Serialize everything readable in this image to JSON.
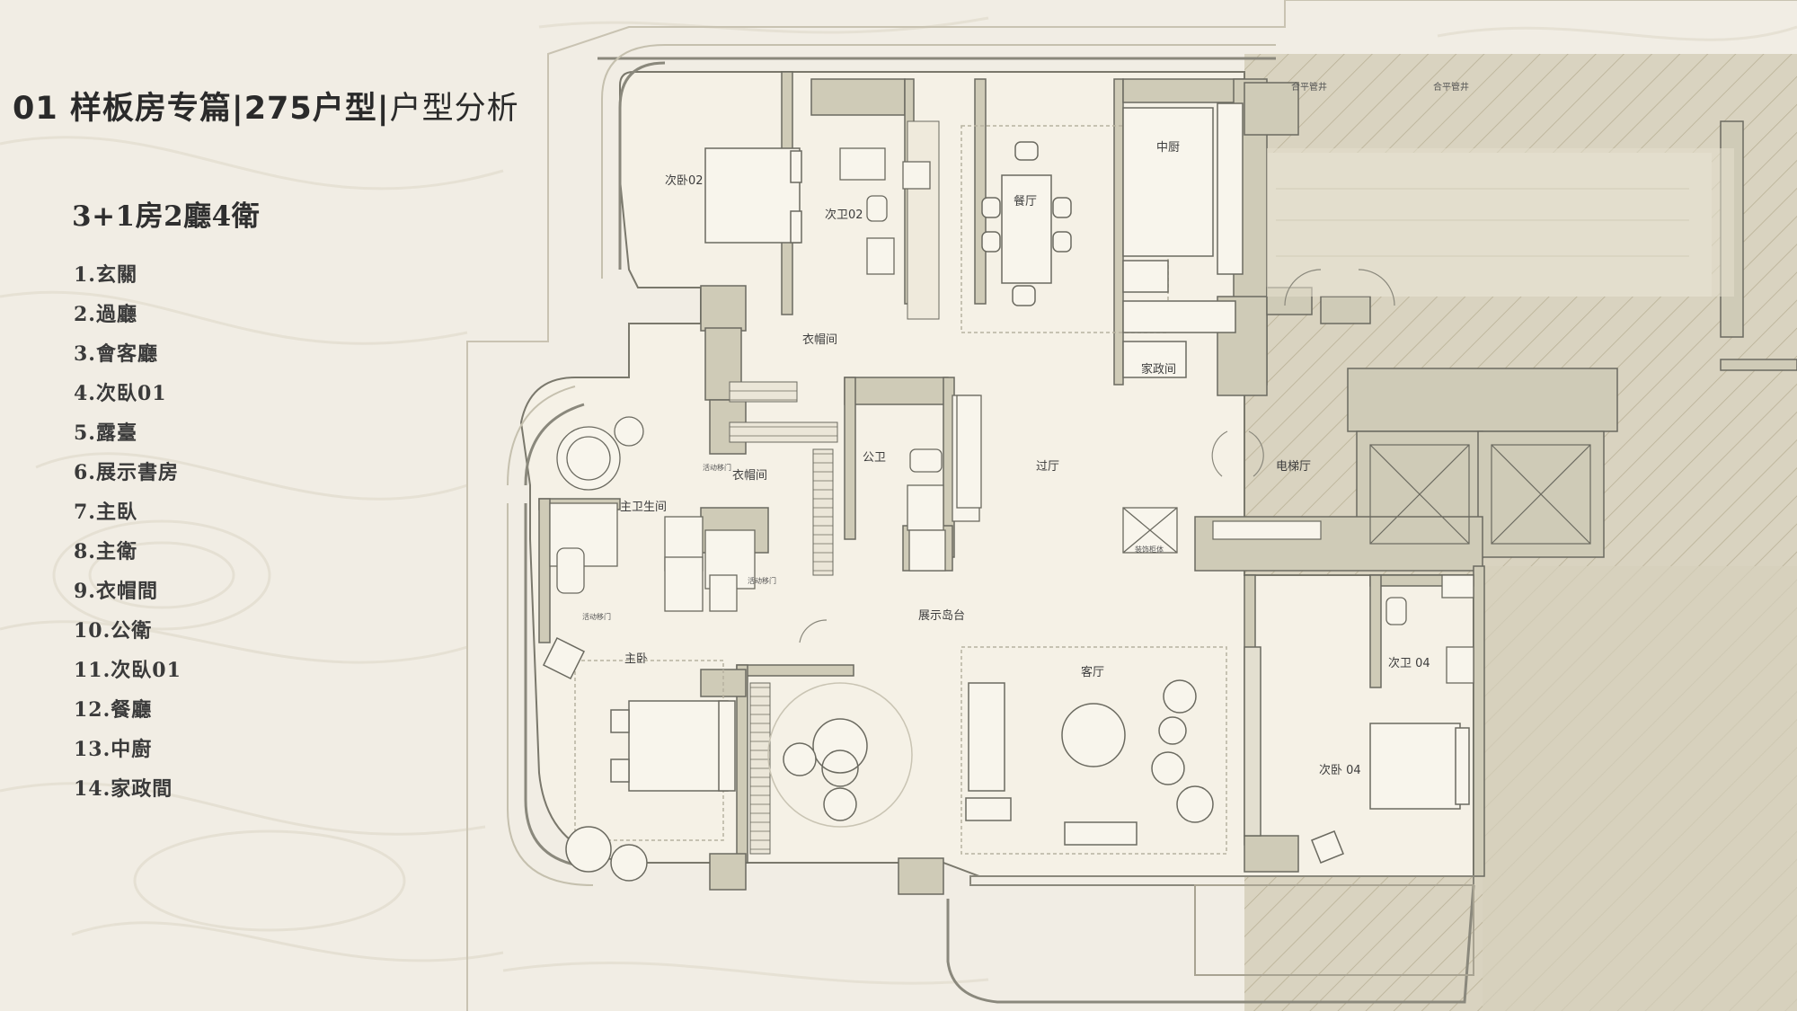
{
  "header": {
    "title_prefix": "01 样板房专篇",
    "title_unit": "275户型",
    "title_suffix": "户型分析",
    "separator": "|"
  },
  "layout_summary": "3+1房2廳4衛",
  "room_list": [
    "1.玄關",
    "2.過廳",
    "3.會客廳",
    "4.次臥01",
    "5.露臺",
    "6.展示書房",
    "7.主臥",
    "8.主衛",
    "9.衣帽間",
    "10.公衛",
    "11.次臥01",
    "12.餐廳",
    "13.中廚",
    "14.家政間"
  ],
  "plan_labels": {
    "bedroom2": "次卧02",
    "bath2": "次卫02",
    "dining": "餐厅",
    "kitchen": "中厨",
    "cloak1": "衣帽间",
    "housekeeping": "家政间",
    "public_bath": "公卫",
    "cloak2": "衣帽间",
    "foyer": "过厅",
    "elevator_hall": "电梯厅",
    "master_bath": "主卫生间",
    "display_island": "展示岛台",
    "master_bedroom": "主卧",
    "living": "客厅",
    "bath4": "次卫 04",
    "bedroom4": "次卧 04",
    "sliding_door1": "活动移门",
    "sliding_door2": "活动移门",
    "sliding_door3": "活动移门",
    "display_cabinet": "装饰柜体",
    "shaft1": "合平管井",
    "shaft2": "合平管井"
  },
  "colors": {
    "background": "#f1ede4",
    "wall_fill": "#cfcbb7",
    "wall_stroke": "#6b6a60",
    "floor": "#f3efe4",
    "hatch": "#bfb79c",
    "text_dark": "#2a2a2a"
  }
}
